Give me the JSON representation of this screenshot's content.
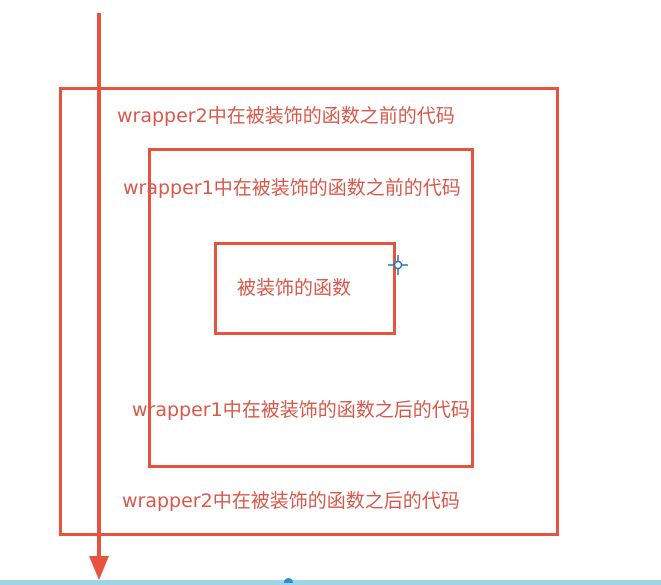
{
  "diagram": {
    "outer_before": "wrapper2中在被装饰的函数之前的代码",
    "middle_before": "wrapper1中在被装饰的函数之前的代码",
    "inner": "被装饰的函数",
    "middle_after": "wrapper1中在被装饰的函数之后的代码",
    "outer_after": "wrapper2中在被装饰的函数之后的代码"
  },
  "colors": {
    "accent": "#e8533f",
    "text": "#d9584a"
  }
}
